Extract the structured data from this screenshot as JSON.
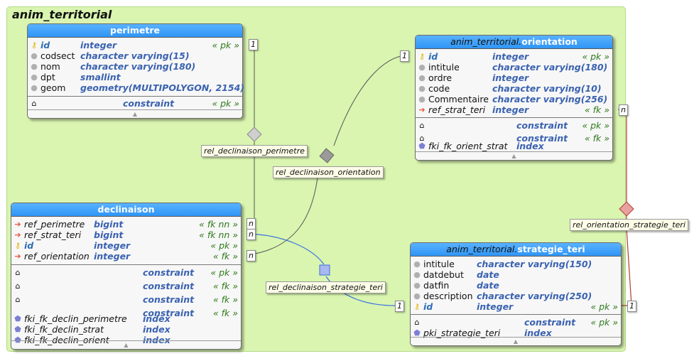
{
  "schema": {
    "title": "anim_territorial"
  },
  "tables": {
    "perimetre": {
      "title": "perimetre",
      "columns": [
        {
          "icon": "primary-key-icon",
          "name": "id",
          "type": "integer",
          "tag": "« pk »"
        },
        {
          "icon": "column-icon",
          "name": "codsect",
          "type": "character varying(15)",
          "tag": ""
        },
        {
          "icon": "column-icon",
          "name": "nom",
          "type": "character varying(180)",
          "tag": ""
        },
        {
          "icon": "column-icon",
          "name": "dpt",
          "type": "smallint",
          "tag": ""
        },
        {
          "icon": "column-icon",
          "name": "geom",
          "type": "geometry(MULTIPOLYGON, 2154)",
          "tag": ""
        }
      ],
      "constraints": [
        {
          "label": "constraint",
          "tag": "« pk »"
        }
      ]
    },
    "orientation": {
      "schema_prefix": "anim_territorial.",
      "title": "orientation",
      "columns": [
        {
          "icon": "primary-key-icon",
          "name": "id",
          "type": "integer",
          "tag": "« pk »"
        },
        {
          "icon": "column-icon",
          "name": "intitule",
          "type": "character varying(180)",
          "tag": ""
        },
        {
          "icon": "column-icon",
          "name": "ordre",
          "type": "integer",
          "tag": ""
        },
        {
          "icon": "column-icon",
          "name": "code",
          "type": "character varying(10)",
          "tag": ""
        },
        {
          "icon": "column-icon",
          "name": "Commentaire",
          "type": "character varying(256)",
          "tag": ""
        },
        {
          "icon": "foreign-key-icon",
          "name": "ref_strat_teri",
          "type": "integer",
          "tag": "« fk »"
        }
      ],
      "constraints": [
        {
          "label": "constraint",
          "tag": "« pk »"
        },
        {
          "label": "constraint",
          "tag": "« fk »"
        }
      ],
      "indexes": [
        {
          "name": "fki_fk_orient_strat",
          "type": "index"
        }
      ]
    },
    "declinaison": {
      "title": "declinaison",
      "columns": [
        {
          "icon": "foreign-key-icon",
          "name": "ref_perimetre",
          "type": "bigint",
          "tag": "« fk nn »"
        },
        {
          "icon": "foreign-key-icon",
          "name": "ref_strat_teri",
          "type": "bigint",
          "tag": "« fk nn »"
        },
        {
          "icon": "primary-key-icon",
          "name": "id",
          "type": "integer",
          "tag": "« pk »"
        },
        {
          "icon": "foreign-key-icon",
          "name": "ref_orientation",
          "type": "integer",
          "tag": "« fk »"
        }
      ],
      "constraints": [
        {
          "label": "constraint",
          "tag": "« pk »"
        },
        {
          "label": "constraint",
          "tag": "« fk »"
        },
        {
          "label": "constraint",
          "tag": "« fk »"
        },
        {
          "label": "constraint",
          "tag": "« fk »"
        }
      ],
      "indexes": [
        {
          "name": "fki_fk_declin_perimetre",
          "type": "index"
        },
        {
          "name": "fki_fk_declin_strat",
          "type": "index"
        },
        {
          "name": "fki_fk_declin_orient",
          "type": "index"
        }
      ]
    },
    "strategie_teri": {
      "schema_prefix": "anim_territorial.",
      "title": "strategie_teri",
      "columns": [
        {
          "icon": "column-icon",
          "name": "intitule",
          "type": "character varying(150)",
          "tag": ""
        },
        {
          "icon": "column-icon",
          "name": "datdebut",
          "type": "date",
          "tag": ""
        },
        {
          "icon": "column-icon",
          "name": "datfin",
          "type": "date",
          "tag": ""
        },
        {
          "icon": "column-icon",
          "name": "description",
          "type": "character varying(250)",
          "tag": ""
        },
        {
          "icon": "primary-key-icon",
          "name": "id",
          "type": "integer",
          "tag": "« pk »"
        }
      ],
      "constraints": [
        {
          "label": "constraint",
          "tag": "« pk »"
        }
      ],
      "indexes": [
        {
          "name": "pki_strategie_teri",
          "type": "index"
        }
      ]
    }
  },
  "relationships": {
    "rel_declinaison_perimetre": "rel_declinaison_perimetre",
    "rel_declinaison_orientation": "rel_declinaison_orientation",
    "rel_declinaison_strategie_teri": "rel_declinaison_strategie_teri",
    "rel_orientation_strategie_teri": "rel_orientation_strategie_teri"
  },
  "cardinalities": {
    "one": "1",
    "many": "n"
  },
  "colors": {
    "schema_bg": "#d9f5b0",
    "table_header": "#3aa0ff",
    "rel_gray": "#555555",
    "rel_blue": "#3b6fe0",
    "rel_red": "#b03a2e"
  }
}
